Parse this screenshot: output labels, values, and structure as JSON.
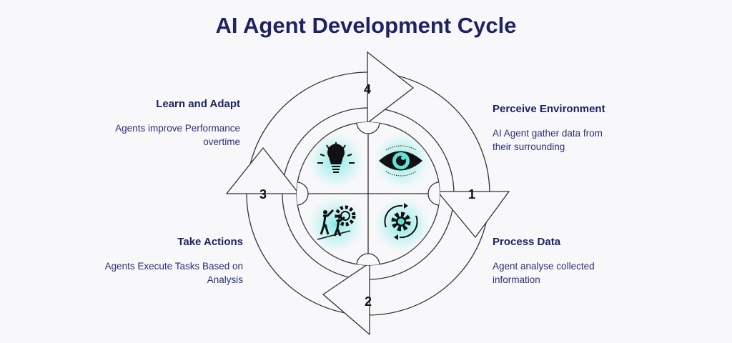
{
  "title": "AI Agent Development Cycle",
  "steps": [
    {
      "number": "1",
      "heading": "Perceive Environment",
      "text": "AI Agent gather data from their surrounding",
      "icon": "eye-icon"
    },
    {
      "number": "2",
      "heading": "Process Data",
      "text": "Agent analyse collected information",
      "icon": "gear-cycle-icon"
    },
    {
      "number": "3",
      "heading": "Take Actions",
      "text": "Agents Execute Tasks Based on Analysis",
      "icon": "teamwork-gear-icon"
    },
    {
      "number": "4",
      "heading": "Learn and Adapt",
      "text": "Agents improve Performance overtime",
      "icon": "lightbulb-icon"
    }
  ],
  "colors": {
    "title": "#1f2366",
    "glow": "#5fe3d9",
    "icon": "#111111"
  }
}
